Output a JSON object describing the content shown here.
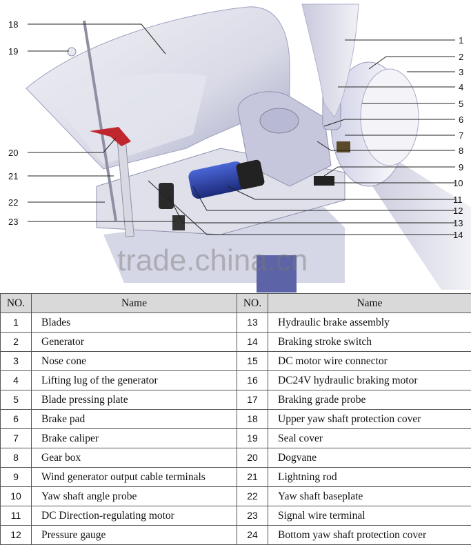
{
  "diagram": {
    "callouts_left": [
      "18",
      "19",
      "20",
      "21",
      "22",
      "23"
    ],
    "callouts_right": [
      "1",
      "2",
      "3",
      "4",
      "5",
      "6",
      "7",
      "8",
      "9",
      "10",
      "11",
      "12",
      "13",
      "14"
    ],
    "watermark": "trade.china.cn"
  },
  "table": {
    "headers": {
      "no_left": "NO.",
      "name_left": "Name",
      "no_right": "NO.",
      "name_right": "Name"
    },
    "rows": [
      {
        "no_left": "1",
        "name_left": "Blades",
        "no_right": "13",
        "name_right": "Hydraulic brake assembly"
      },
      {
        "no_left": "2",
        "name_left": "Generator",
        "no_right": "14",
        "name_right": "Braking stroke switch"
      },
      {
        "no_left": "3",
        "name_left": "Nose cone",
        "no_right": "15",
        "name_right": "DC motor wire connector"
      },
      {
        "no_left": "4",
        "name_left": "Lifting lug of the generator",
        "no_right": "16",
        "name_right": "DC24V hydraulic braking motor"
      },
      {
        "no_left": "5",
        "name_left": "Blade pressing plate",
        "no_right": "17",
        "name_right": "Braking grade probe"
      },
      {
        "no_left": "6",
        "name_left": "Brake pad",
        "no_right": "18",
        "name_right": "Upper yaw shaft protection cover"
      },
      {
        "no_left": "7",
        "name_left": "Brake caliper",
        "no_right": "19",
        "name_right": "Seal cover"
      },
      {
        "no_left": "8",
        "name_left": "Gear box",
        "no_right": "20",
        "name_right": "Dogvane"
      },
      {
        "no_left": "9",
        "name_left": "Wind generator output cable terminals",
        "no_right": "21",
        "name_right": "Lightning rod"
      },
      {
        "no_left": "10",
        "name_left": "Yaw shaft angle probe",
        "no_right": "22",
        "name_right": "Yaw shaft baseplate"
      },
      {
        "no_left": "11",
        "name_left": "DC Direction-regulating motor",
        "no_right": "23",
        "name_right": "Signal wire terminal"
      },
      {
        "no_left": "12",
        "name_left": "Pressure gauge",
        "no_right": "24",
        "name_right": "Bottom yaw shaft protection cover"
      }
    ]
  }
}
